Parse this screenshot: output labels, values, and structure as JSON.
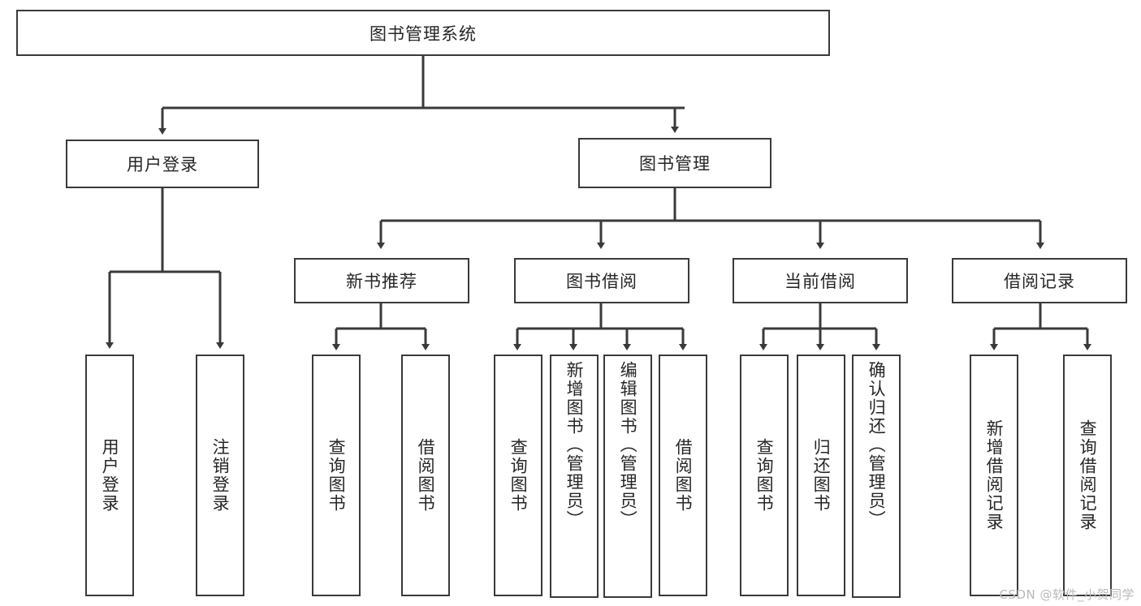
{
  "diagram": {
    "title": "图书管理系统",
    "watermark": "CSDN @软件_小贺同学",
    "colors": {
      "box_border": "#3a3a3a",
      "box_fill": "#ffffff",
      "connector": "#3a3a3a",
      "text": "#262626",
      "watermark": "#b9b9b9",
      "background": "#ffffff"
    },
    "root": {
      "label": "图书管理系统"
    },
    "level2": [
      {
        "label": "用户登录"
      },
      {
        "label": "图书管理"
      }
    ],
    "level3": [
      {
        "label": "新书推荐"
      },
      {
        "label": "图书借阅"
      },
      {
        "label": "当前借阅"
      },
      {
        "label": "借阅记录"
      }
    ],
    "leaves": {
      "user_login": [
        {
          "label": "用户登录"
        },
        {
          "label": "注销登录"
        }
      ],
      "new_book_recommend": [
        {
          "label": "查询图书"
        },
        {
          "label": "借阅图书"
        }
      ],
      "book_borrow": [
        {
          "label": "查询图书"
        },
        {
          "label": "新增图书（管理员）"
        },
        {
          "label": "编辑图书（管理员）"
        },
        {
          "label": "借阅图书"
        }
      ],
      "current_borrow": [
        {
          "label": "查询图书"
        },
        {
          "label": "归还图书"
        },
        {
          "label": "确认归还（管理员）"
        }
      ],
      "borrow_record": [
        {
          "label": "新增借阅记录"
        },
        {
          "label": "查询借阅记录"
        }
      ]
    }
  }
}
